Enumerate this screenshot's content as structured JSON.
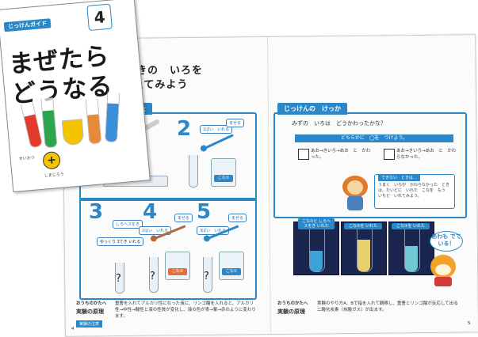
{
  "cover": {
    "tag": "じっけんガイド",
    "number": "4",
    "title_line1": "まぜたら",
    "title_line2": "どうなる",
    "series_small": "せいかつ",
    "badge_symbol": "+",
    "footer": "しまじろう"
  },
  "left_page": {
    "title_line1": "ときの　いろを",
    "title_line2": "えてみよう",
    "tab_label": "かた",
    "steps": [
      {
        "num": "2",
        "label": "1ぱい　いれる",
        "tag": "まぜる"
      },
      {
        "num": "3",
        "label": "しろへスをき",
        "note": "ゆっくり 3てき いれる"
      },
      {
        "num": "4",
        "label": "2はい　いれる",
        "tag": "まぜる"
      },
      {
        "num": "5",
        "label": "3ぱい　いれる",
        "tag": "まぜる"
      }
    ],
    "jar_label": "こな①",
    "jar_label2": "こな②",
    "footer_heading": "おうちのかたへ",
    "footer_sub": "実験の原理",
    "footer_text": "重曹を入れてアルカリ性になった液に、リンゴ酸を入れると、アルカリ性→中性→酸性と液の性質が変化し、液の色が青→紫→赤のように変わります。",
    "notice_label": "実験の注意",
    "page_num": "4"
  },
  "right_page": {
    "tab_label": "じっけんの　けっか",
    "question": "みずの　いろは　どうかわったかな？",
    "choose_label": "どちらかに　◯を　つけよう。",
    "option1": "あお→きいろ→あお　と　かわった。",
    "option2": "あお→きいろ→あお　と　かわらなかった。",
    "hint_title": "できない　ときは…",
    "hint_text": "うまく　いろが　かわらなかった　ときは、たいどに　いれた　こなを　もう　いちど　いれてみよう。",
    "photos": [
      {
        "tag": "こな①と しろへスをき いれた",
        "color": "#3aa3d8"
      },
      {
        "tag": "こな②を いれた",
        "color": "#e8d070"
      },
      {
        "tag": "こな③を いれた",
        "color": "#6ec9d4"
      }
    ],
    "mascot_bubble": "あわも でている！",
    "footer_heading": "おうちのかたへ",
    "footer_sub": "実験の原理",
    "footer_text": "実験のやり方A、Bで指を入れて観察し、重曹とリンゴ酸が反応して出る二酸化炭素（炭酸ガス）が出ます。",
    "page_num": "5"
  }
}
